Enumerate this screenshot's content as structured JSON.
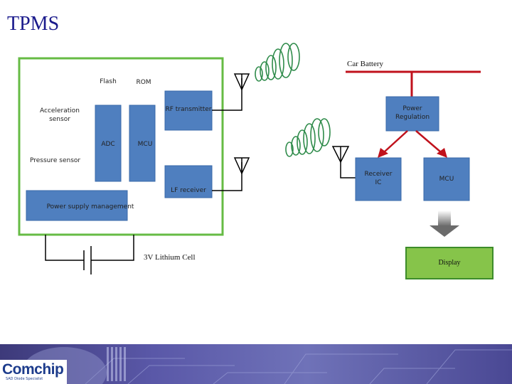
{
  "title": "TPMS",
  "sensor_module": {
    "flash": "Flash",
    "rom": "ROM",
    "acceleration_sensor": "Acceleration sensor",
    "rf_transmitter": "RF transmitter",
    "adc": "ADC",
    "mcu": "MCU",
    "pressure_sensor": "Pressure sensor",
    "lf_receiver": "LF receiver",
    "power_supply_management": "Power supply management",
    "battery": "3V Lithium Cell"
  },
  "receiver_module": {
    "car_battery": "Car Battery",
    "power_regulation": "Power Regulation",
    "receiver_ic": "Receiver IC",
    "mcu": "MCU",
    "display": "Display"
  },
  "brand": {
    "logo": "Comchip",
    "tagline": "SAD Diode Specialist"
  },
  "colors": {
    "module_border": "#66bb44",
    "block_blue": "#4f7fbf",
    "power_line": "#c0121c",
    "display_fill": "#86c44a",
    "coil": "#2e8b4a",
    "title": "#1a1a8c"
  }
}
